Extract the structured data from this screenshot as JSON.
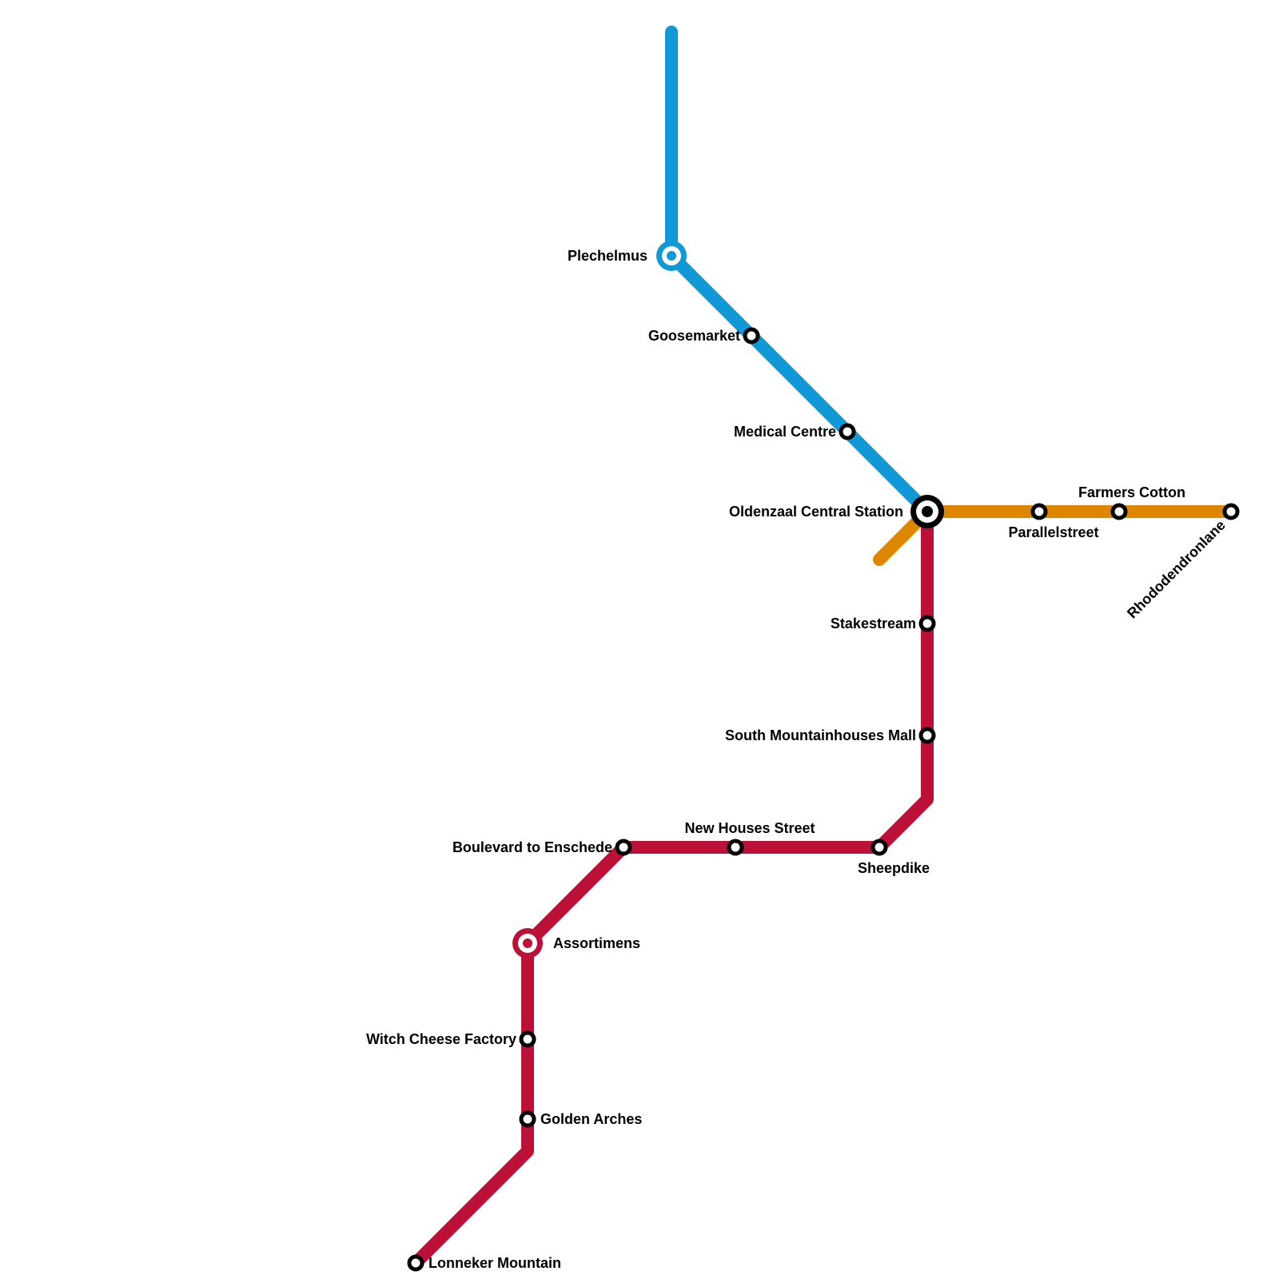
{
  "lines": [
    {
      "id": "blue",
      "color": "#1098d8"
    },
    {
      "id": "orange",
      "color": "#df8600"
    },
    {
      "id": "red",
      "color": "#bd1038"
    }
  ],
  "stations": {
    "plechelmus": "Plechelmus",
    "goosemarket": "Goosemarket",
    "medical_centre": "Medical Centre",
    "oldenzaal_central": "Oldenzaal Central Station",
    "parallelstreet": "Parallelstreet",
    "farmers_cotton": "Farmers Cotton",
    "rhododendronlane": "Rhododendronlane",
    "stakestream": "Stakestream",
    "south_mountainhouses_mall": "South Mountainhouses Mall",
    "sheepdike": "Sheepdike",
    "new_houses_street": "New Houses Street",
    "boulevard_to_enschede": "Boulevard to Enschede",
    "assortimens": "Assortimens",
    "witch_cheese_factory": "Witch Cheese Factory",
    "golden_arches": "Golden Arches",
    "lonneker_mountain": "Lonneker Mountain"
  },
  "interchanges": [
    "plechelmus",
    "oldenzaal_central",
    "assortimens"
  ]
}
